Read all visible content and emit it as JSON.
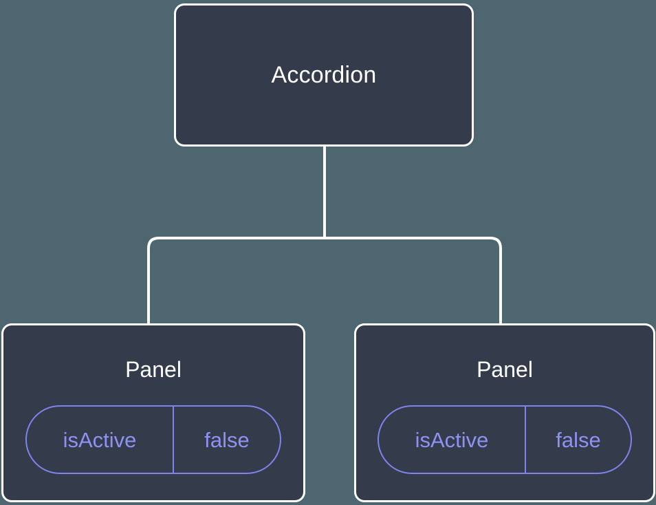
{
  "diagram": {
    "type": "component-tree",
    "background_color": "#4d6670",
    "node_fill_color": "#343b4a",
    "node_border_color": "#ffffff",
    "edge_color": "#ffffff",
    "pill_border_color": "#7f83ec",
    "pill_text_color": "#8f92f2",
    "title_text_color": "#ffffff",
    "root": {
      "label": "Accordion"
    },
    "children": [
      {
        "label": "Panel",
        "state": {
          "key": "isActive",
          "value": "false"
        }
      },
      {
        "label": "Panel",
        "state": {
          "key": "isActive",
          "value": "false"
        }
      }
    ]
  }
}
